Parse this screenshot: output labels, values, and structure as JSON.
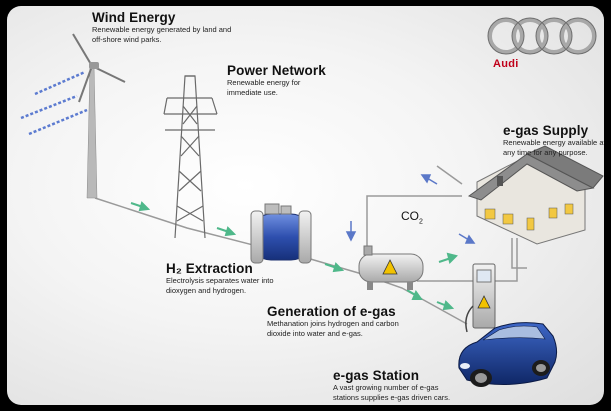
{
  "brand": {
    "name": "Audi",
    "logo": "four-rings-logo"
  },
  "stages": {
    "wind": {
      "title": "Wind Energy",
      "desc": "Renewable energy generated by land and off-shore wind parks."
    },
    "network": {
      "title": "Power Network",
      "desc": "Renewable energy for immediate use."
    },
    "supply": {
      "title": "e-gas Supply",
      "desc": "Renewable energy available at any time for any purpose."
    },
    "h2": {
      "title": "H₂ Extraction",
      "desc": "Electrolysis separates water into dioxygen and hydrogen."
    },
    "gen": {
      "title": "Generation of e-gas",
      "desc": "Methanation joins hydrogen and carbon dioxide into water and e-gas."
    },
    "station": {
      "title": "e-gas Station",
      "desc": "A vast growing number of e-gas stations supplies e-gas driven cars."
    }
  },
  "co2": {
    "label": "CO",
    "sub": "2"
  },
  "colors": {
    "arrow": "#4fb88a",
    "pipe": "#9a9a9a",
    "car": "#1a3f8f",
    "tank": "#2e4fae",
    "brand": "#c0001a"
  },
  "icons": [
    "wind-turbine-icon",
    "pylon-icon",
    "electrolyzer-tank-icon",
    "methanation-tank-icon",
    "house-icon",
    "gas-pump-icon",
    "car-icon"
  ]
}
